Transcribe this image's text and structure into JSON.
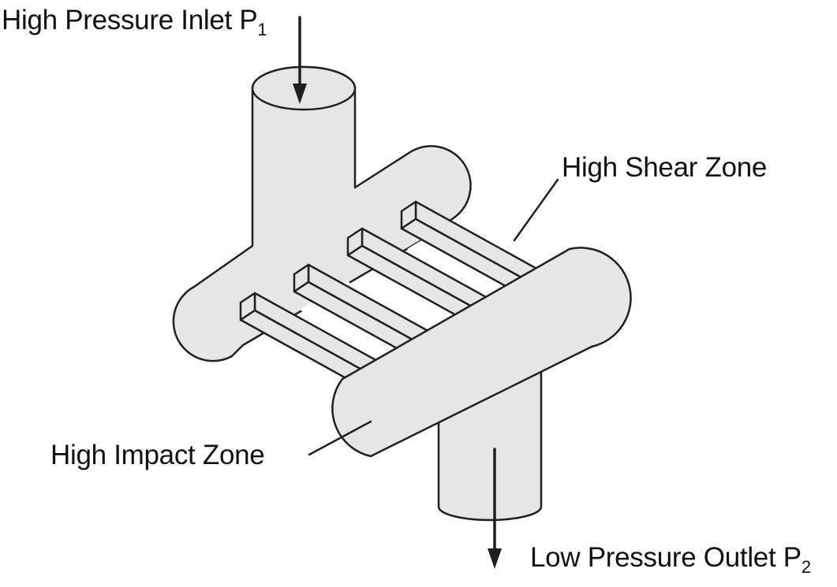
{
  "labels": {
    "inlet": {
      "text": "High Pressure Inlet P",
      "sub": "1"
    },
    "shear": {
      "text": "High Shear Zone"
    },
    "impact": {
      "text": "High Impact Zone"
    },
    "outlet": {
      "text": "Low Pressure Outlet P",
      "sub": "2"
    }
  },
  "colors": {
    "fill": "#e6e6e6",
    "stroke": "#231f20",
    "background": "#ffffff"
  }
}
